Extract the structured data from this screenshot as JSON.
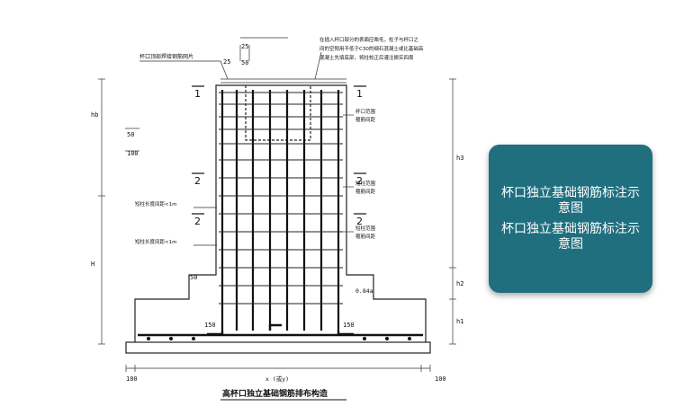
{
  "drawing": {
    "title": "高杯口独立基础钢筋排布构造",
    "top_note": [
      "在插入杯口部分的表面应凿毛，柱子与杯口之",
      "间的空隙用不低于C30的细石混凝土或比基础高",
      "混凝土先填底部，将柱校正后灌注振实四周"
    ],
    "label_weld": "杯口顶部焊接钢筋网片",
    "label_cup_reinf": [
      "杯口范围",
      "箍筋间距"
    ],
    "label_short_col_1": [
      "短柱范围",
      "箍筋间距"
    ],
    "label_short_col_2": [
      "短柱范围",
      "箍筋间距"
    ],
    "label_stirrup_1": "短柱长度间距<1m",
    "label_stirrup_2": "短柱长度间距<1m",
    "section_marks": [
      "1",
      "1",
      "2",
      "2",
      "2",
      "2"
    ],
    "dims": {
      "top_25": "25",
      "top_25b": "25",
      "top_50": "50",
      "left_50": "50",
      "left_100": "100",
      "left_d": "hb",
      "left_h": "H",
      "left_50b": "50",
      "right_h3": "h3",
      "right_h2": "h2",
      "right_h1": "h1",
      "right_084": "0.84a",
      "bar_150a": "150",
      "bar_150b": "150",
      "bottom_100a": "100",
      "bottom_x": "x (或y)",
      "bottom_100b": "100"
    }
  },
  "callout": {
    "line1": "杯口独立基础钢筋标注示意图",
    "line2": "杯口独立基础钢筋标注示意图",
    "bg_color": "#1f6f7f"
  }
}
